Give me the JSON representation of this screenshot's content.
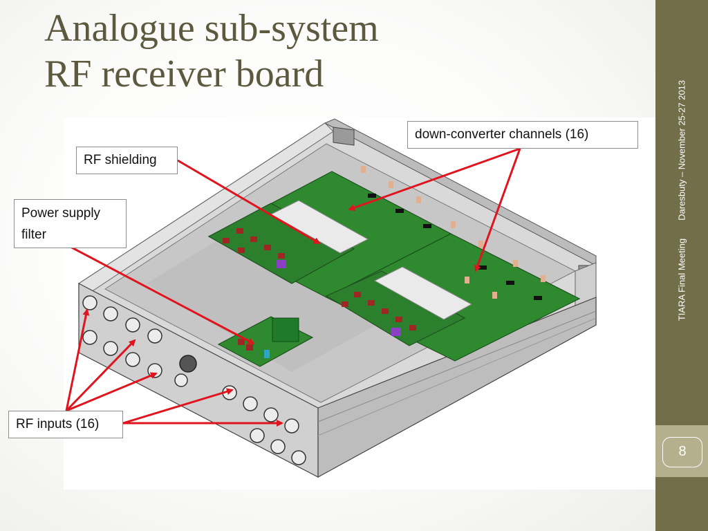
{
  "slide": {
    "title_line1": "Analogue sub-system",
    "title_line2": "RF receiver board",
    "page_number": "8"
  },
  "sidebar": {
    "meeting": "TIARA Final Meeting",
    "location_date": "Daresbuty – November 25-27 2013"
  },
  "callouts": {
    "rf_shielding": "RF shielding",
    "power_supply_filter": "Power supply filter",
    "down_converter": "down-converter channels (16)",
    "rf_inputs": "RF inputs (16)"
  },
  "colors": {
    "sidebar": "#726e4a",
    "sidebar_light": "#b4b08d",
    "title": "#5c5a3e",
    "arrow": "#e0141e",
    "pcb_green": "#2f8a2f"
  }
}
